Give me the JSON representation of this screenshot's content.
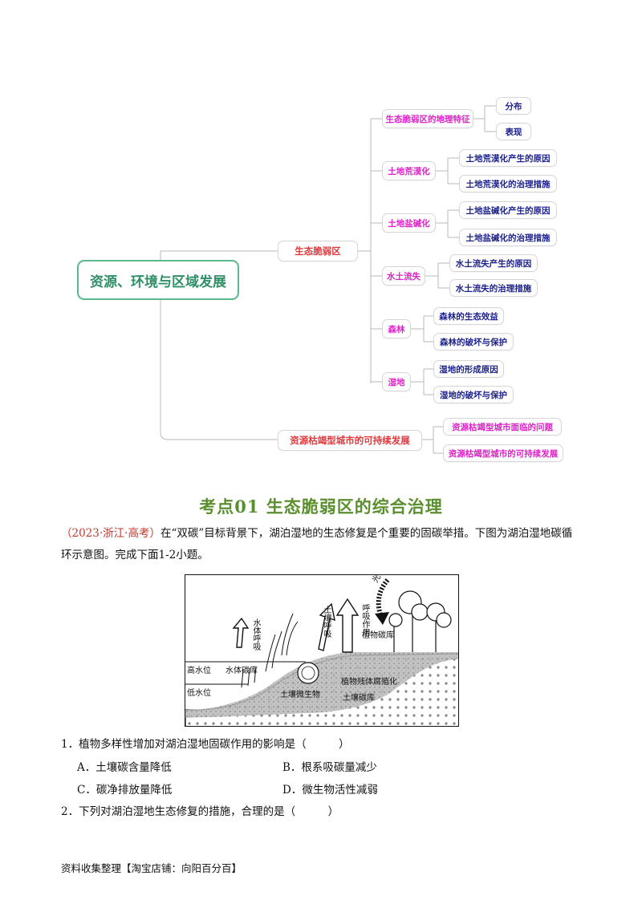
{
  "mindmap": {
    "root": "资源、环境与区域发展",
    "branch_ecological": "生态脆弱区",
    "branch_resource": "资源枯竭型城市的可持续发展",
    "eco_children": [
      {
        "label": "生态脆弱区的地理特征",
        "items": [
          "分布",
          "表现"
        ]
      },
      {
        "label": "土地荒漠化",
        "items": [
          "土地荒漠化产生的原因",
          "土地荒漠化的治理措施"
        ]
      },
      {
        "label": "土地盐碱化",
        "items": [
          "土地盐碱化产生的原因",
          "土地盐碱化的治理措施"
        ]
      },
      {
        "label": "水土流失",
        "items": [
          "水土流失产生的原因",
          "水土流失的治理措施"
        ]
      },
      {
        "label": "森林",
        "items": [
          "森林的生态效益",
          "森林的破坏与保护"
        ]
      },
      {
        "label": "湿地",
        "items": [
          "湿地的形成原因",
          "湿地的破坏与保护"
        ]
      }
    ],
    "resource_items": [
      "资源枯竭型城市面临的问题",
      "资源枯竭型城市的可持续发展"
    ]
  },
  "section_title": "考点01  生态脆弱区的综合治理",
  "intro": {
    "source": "（2023·浙江·高考）",
    "text": "在“双碳”目标背景下，湖泊湿地的生态修复是个重要的固碳举措。下图为湖泊湿地碳循环示意图。完成下面1-2小题。"
  },
  "figure_labels": {
    "photosynthesis": "光合作用",
    "respiration": "呼吸作用",
    "soil_respiration": "土壤呼吸",
    "water_respiration": "水体呼吸",
    "plant_carbon": "植物碳库",
    "high_water": "高水位",
    "water_carbon": "水体碳库",
    "low_water": "低水位",
    "residue_humus": "植物残体腐殖化",
    "soil_microbe": "土壤微生物",
    "soil_carbon": "土壤碳库"
  },
  "questions": [
    {
      "stem": "1．植物多样性增加对湖泊湿地固碳作用的影响是（　　　）",
      "options": [
        "A．土壤碳含量降低",
        "B．根系吸碳量减少",
        "C．碳净排放量降低",
        "D．微生物活性减弱"
      ]
    },
    {
      "stem": "2．下列对湖泊湿地生态修复的措施，合理的是（　　　）"
    }
  ],
  "footer": "资料收集整理【淘宝店铺：向阳百分百】"
}
